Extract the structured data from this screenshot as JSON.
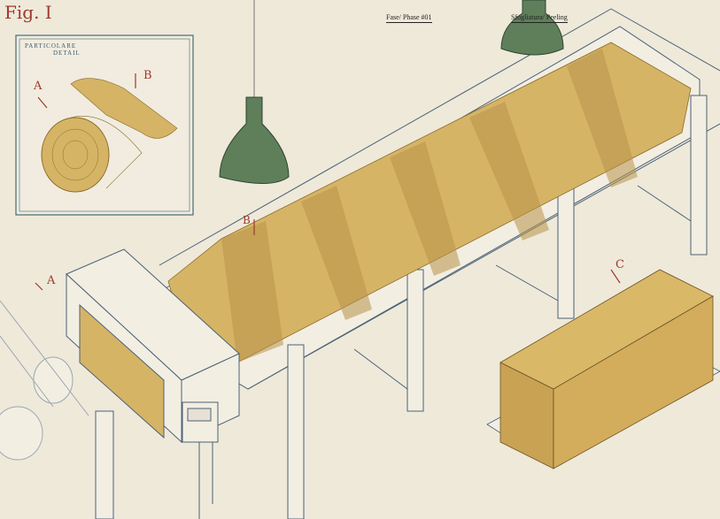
{
  "figure": {
    "title": "Fig. I",
    "phase_label": "Fase/ Phase #01",
    "step_label": "Sfogliatura/ Peeling",
    "inset": {
      "title_line1": "Particolare",
      "title_line2": "Detail",
      "marker_a": "A",
      "marker_b": "B"
    },
    "markers": {
      "a": "A",
      "b": "B",
      "c": "C"
    },
    "colors": {
      "paper": "#efe9da",
      "wood": "#d6b466",
      "wood_dark": "#b8944a",
      "lamp": "#5e7f5a",
      "ink": "#3d5a6e",
      "accent": "#9c3a2e"
    }
  }
}
